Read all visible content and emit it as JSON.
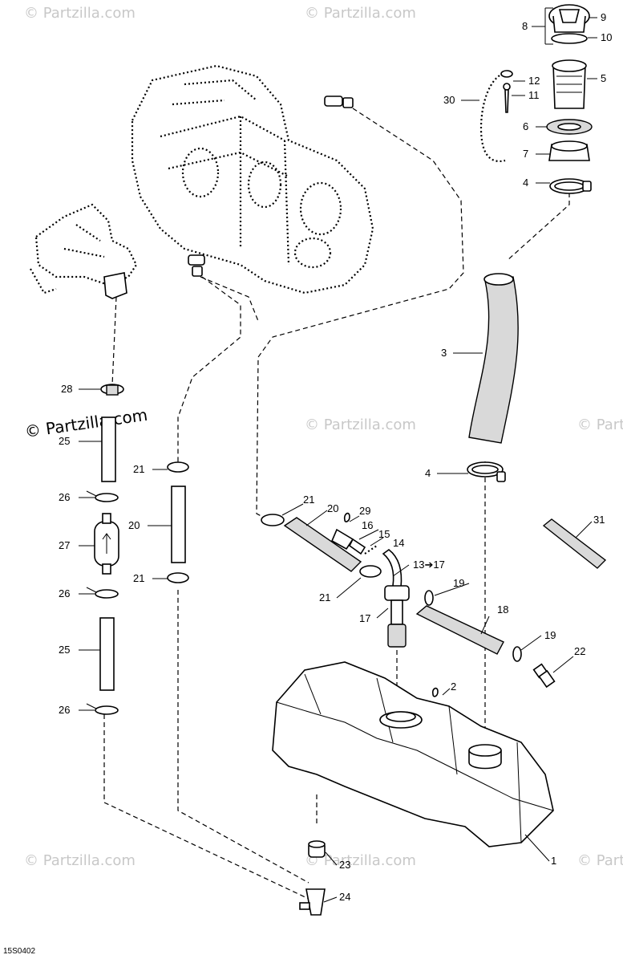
{
  "watermark": {
    "repeat_text": "© Partzilla.com",
    "main_text": "© Partzilla.com"
  },
  "diagram_code": "15S0402",
  "callouts": {
    "c1": "1",
    "c2": "2",
    "c3": "3",
    "c4a": "4",
    "c4b": "4",
    "c5": "5",
    "c6": "6",
    "c7": "7",
    "c8": "8",
    "c9": "9",
    "c10": "10",
    "c11": "11",
    "c12": "12",
    "c13": "13➔17",
    "c14": "14",
    "c15": "15",
    "c16": "16",
    "c17": "17",
    "c18": "18",
    "c19a": "19",
    "c19b": "19",
    "c20a": "20",
    "c20b": "20",
    "c21a": "21",
    "c21b": "21",
    "c21c": "21",
    "c21d": "21",
    "c22": "22",
    "c23": "23",
    "c24": "24",
    "c25a": "25",
    "c25b": "25",
    "c26a": "26",
    "c26b": "26",
    "c26c": "26",
    "c27": "27",
    "c28": "28",
    "c29": "29",
    "c30": "30",
    "c31": "31"
  }
}
